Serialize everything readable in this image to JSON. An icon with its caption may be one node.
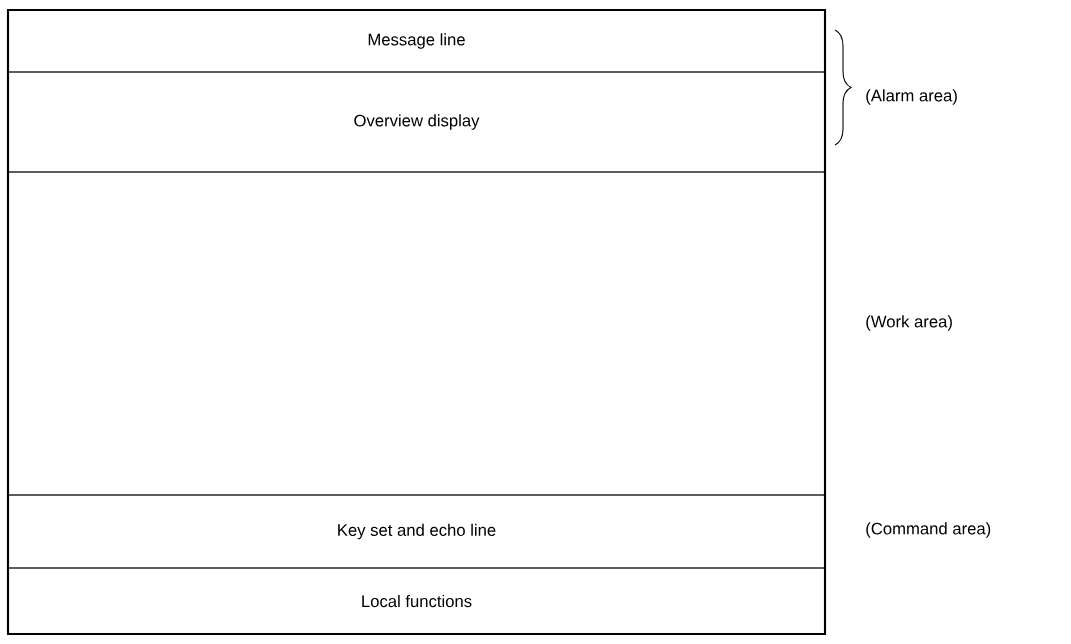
{
  "diagram": {
    "nodes": [
      {
        "text": [],
        "shape": "box"
      },
      {
        "text": [
          "Message line"
        ],
        "in": 0
      },
      {
        "text": [
          "Overview display"
        ],
        "in": 0
      },
      {
        "text": [],
        "shape": "box",
        "in": 0
      },
      {
        "text": [
          "Key set and echo line"
        ],
        "in": 0
      },
      {
        "text": [
          "Local functions"
        ],
        "in": 0
      }
    ],
    "labels": [
      "(Alarm area)",
      "(Work area)",
      "(Command area)"
    ]
  }
}
